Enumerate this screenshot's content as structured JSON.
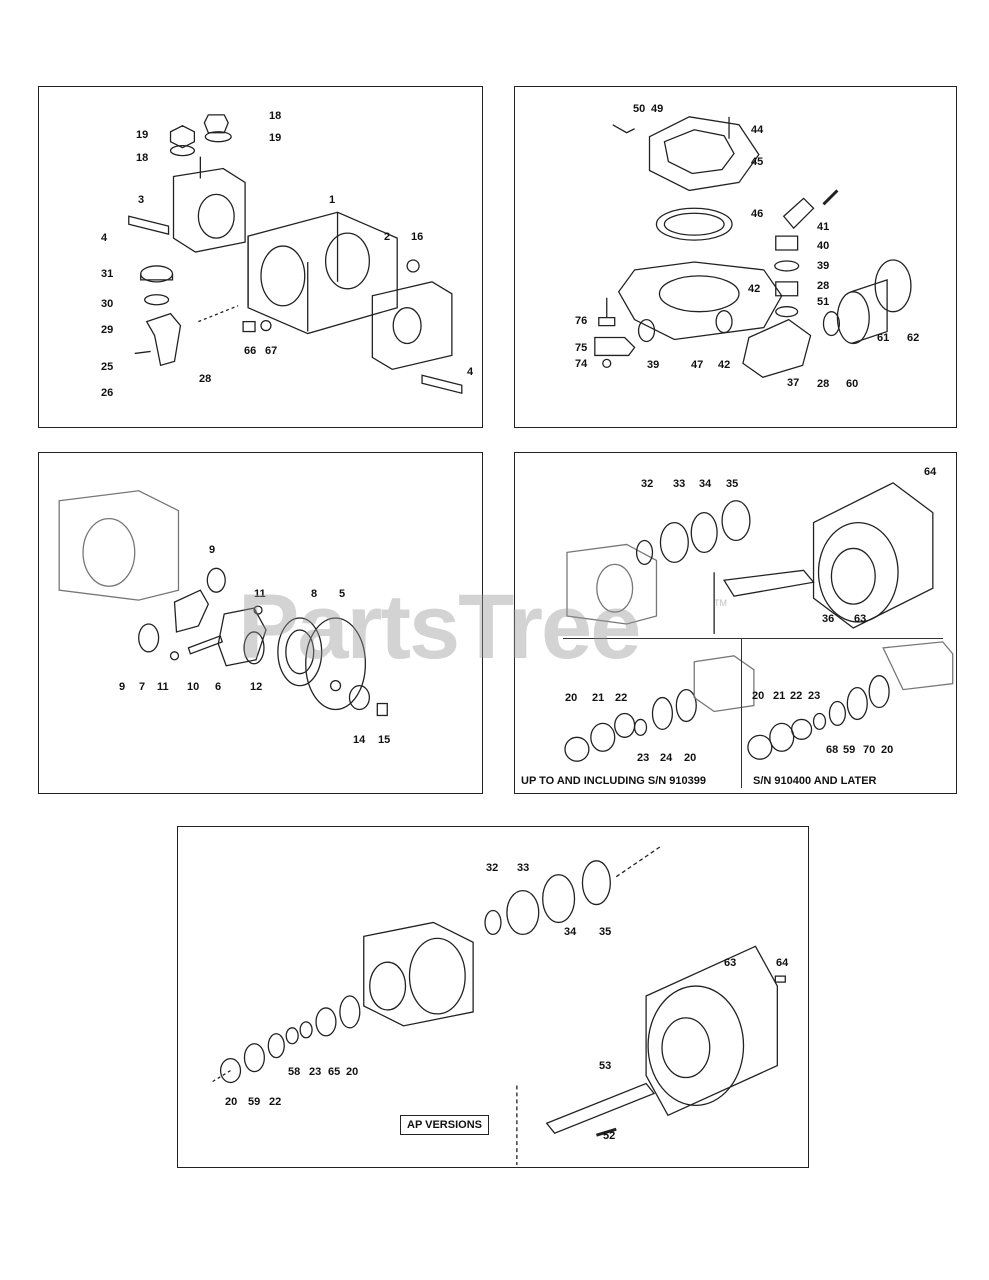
{
  "watermark": "PartsTree",
  "watermark_tm": "TM",
  "panels": {
    "p1": {
      "labels": [
        "18",
        "19",
        "19",
        "18",
        "1",
        "3",
        "4",
        "2",
        "16",
        "31",
        "30",
        "29",
        "25",
        "26",
        "28",
        "66",
        "67",
        "4"
      ]
    },
    "p2": {
      "labels": [
        "50",
        "49",
        "44",
        "45",
        "46",
        "41",
        "40",
        "39",
        "42",
        "28",
        "51",
        "76",
        "75",
        "74",
        "39",
        "47",
        "42",
        "37",
        "28",
        "60",
        "61",
        "62"
      ]
    },
    "p3": {
      "labels": [
        "9",
        "11",
        "8",
        "5",
        "9",
        "7",
        "11",
        "10",
        "6",
        "12",
        "14",
        "15"
      ]
    },
    "p4": {
      "labels": [
        "64",
        "32",
        "33",
        "34",
        "35",
        "36",
        "63",
        "20",
        "21",
        "22",
        "23",
        "24",
        "20",
        "20",
        "21",
        "22",
        "23",
        "68",
        "59",
        "70",
        "20"
      ],
      "caption_left": "UP TO AND INCLUDING S/N 910399",
      "caption_right": "S/N 910400 AND LATER"
    },
    "p5": {
      "labels": [
        "32",
        "33",
        "34",
        "35",
        "63",
        "64",
        "53",
        "20",
        "59",
        "22",
        "58",
        "23",
        "65",
        "20",
        "52"
      ],
      "caption": "AP VERSIONS"
    }
  }
}
